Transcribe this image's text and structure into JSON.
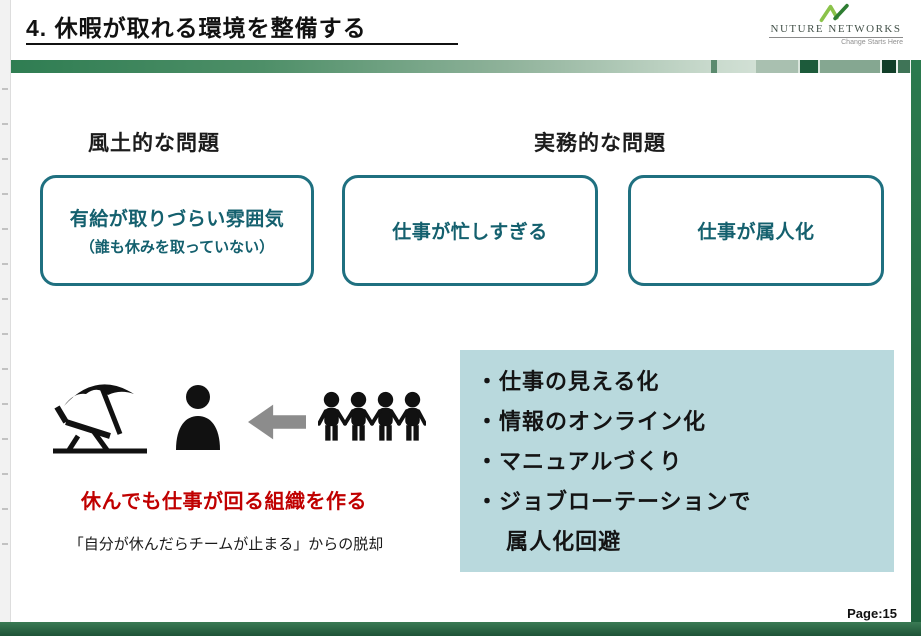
{
  "slide": {
    "title": "4. 休暇が取れる環境を整備する",
    "page_label": "Page:15"
  },
  "logo": {
    "brand": "NUTURE NETWORKS",
    "tagline": "Change Starts Here",
    "mark_icon": "green-check-leaf"
  },
  "columns": {
    "left_header": "風土的な問題",
    "right_header": "実務的な問題"
  },
  "boxes": [
    {
      "line1": "有給が取りづらい雰囲気",
      "line2": "（誰も休みを取っていない）"
    },
    {
      "line1": "仕事が忙しすぎる"
    },
    {
      "line1": "仕事が属人化"
    }
  ],
  "icons": {
    "beach": "beach-umbrella-chair-icon",
    "person": "person-icon",
    "arrow": "arrow-left-icon",
    "group": "people-group-icon"
  },
  "message": {
    "headline": "休んでも仕事が回る組織を作る",
    "subtext": "「自分が休んだらチームが止まる」からの脱却"
  },
  "panel": {
    "items": [
      "・仕事の見える化",
      "・情報のオンライン化",
      "・マニュアルづくり",
      "・ジョブローテーションで",
      "　 属人化回避"
    ]
  },
  "colors": {
    "box_border_teal": "#1f7080",
    "box_text_teal": "#14606e",
    "panel_bg": "#b9d9dd",
    "headline_red": "#c00000",
    "footer_green": "#1e5337",
    "strip_green": "#27734a",
    "arrow_gray": "#8c8c8c"
  }
}
